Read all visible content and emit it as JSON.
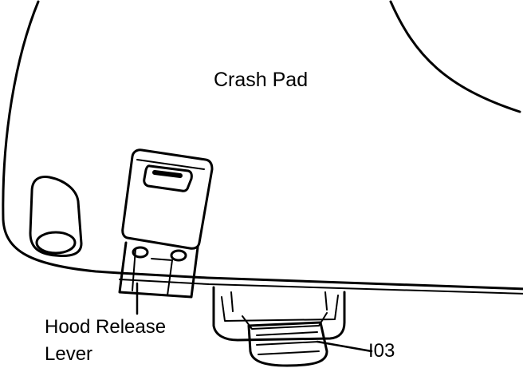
{
  "diagram": {
    "labels": {
      "crash_pad": "Crash Pad",
      "hood_release_line1": "Hood Release",
      "hood_release_line2": "Lever",
      "connector_code": "I03"
    },
    "colors": {
      "line": "#000000",
      "fill": "#ffffff"
    }
  }
}
